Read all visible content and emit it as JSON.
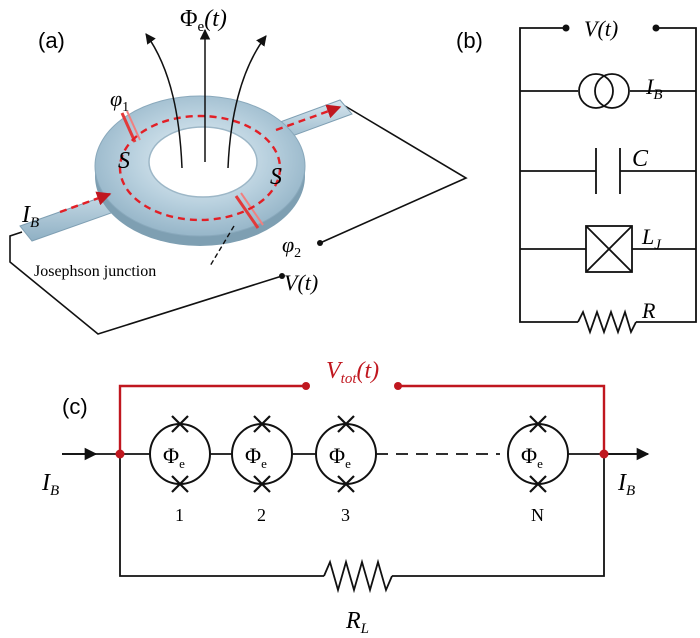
{
  "panels": {
    "a": "(a)",
    "b": "(b)",
    "c": "(c)"
  },
  "panel_a": {
    "flux": {
      "sym": "Φ",
      "sub": "e",
      "arg": "(t)"
    },
    "phi1": {
      "sym": "φ",
      "sub": "1"
    },
    "phi2": {
      "sym": "φ",
      "sub": "2"
    },
    "s_left": "S",
    "s_right": "S",
    "bias": {
      "sym": "I",
      "sub": "B"
    },
    "junction_label": "Josephson junction",
    "voltage": "V(t)"
  },
  "panel_b": {
    "voltage": "V(t)",
    "bias": {
      "sym": "I",
      "sub": "B"
    },
    "capacitor": "C",
    "inductor": {
      "sym": "L",
      "sub": "J"
    },
    "resistor": "R"
  },
  "panel_c": {
    "vtot": {
      "sym": "V",
      "sub": "tot",
      "arg": "(t)"
    },
    "bias_left": {
      "sym": "I",
      "sub": "B"
    },
    "bias_right": {
      "sym": "I",
      "sub": "B"
    },
    "squid_flux": {
      "sym": "Φ",
      "sub": "e"
    },
    "squid_numbers": [
      "1",
      "2",
      "3",
      "N"
    ],
    "load": {
      "sym": "R",
      "sub": "L"
    }
  },
  "colors": {
    "accent_red": "#c0171f",
    "line": "#111111",
    "ring": "#a9c4d4"
  }
}
